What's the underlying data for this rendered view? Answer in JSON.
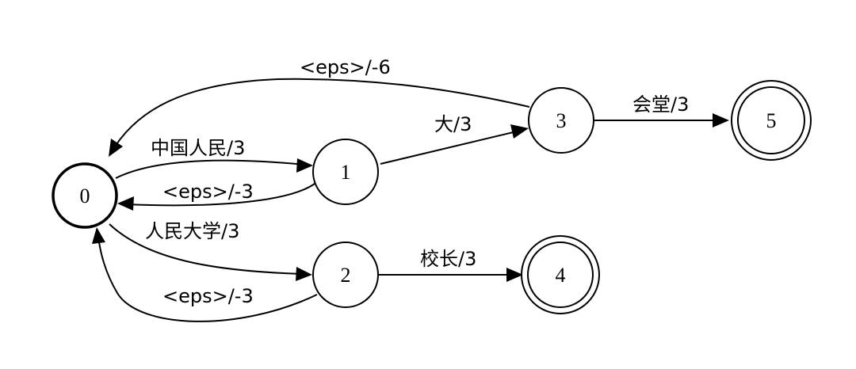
{
  "diagram": {
    "states": [
      {
        "id": "0",
        "label": "0",
        "start": true,
        "final": false
      },
      {
        "id": "1",
        "label": "1",
        "start": false,
        "final": false
      },
      {
        "id": "2",
        "label": "2",
        "start": false,
        "final": false
      },
      {
        "id": "3",
        "label": "3",
        "start": false,
        "final": false
      },
      {
        "id": "4",
        "label": "4",
        "start": false,
        "final": true
      },
      {
        "id": "5",
        "label": "5",
        "start": false,
        "final": true
      }
    ],
    "edges": [
      {
        "from": "0",
        "to": "1",
        "label": "中国人民/3"
      },
      {
        "from": "1",
        "to": "0",
        "label": "<eps>/-3"
      },
      {
        "from": "0",
        "to": "2",
        "label": "人民大学/3"
      },
      {
        "from": "2",
        "to": "0",
        "label": "<eps>/-3"
      },
      {
        "from": "1",
        "to": "3",
        "label": "大/3"
      },
      {
        "from": "3",
        "to": "0",
        "label": "<eps>/-6"
      },
      {
        "from": "3",
        "to": "5",
        "label": "会堂/3"
      },
      {
        "from": "2",
        "to": "4",
        "label": "校长/3"
      }
    ]
  }
}
